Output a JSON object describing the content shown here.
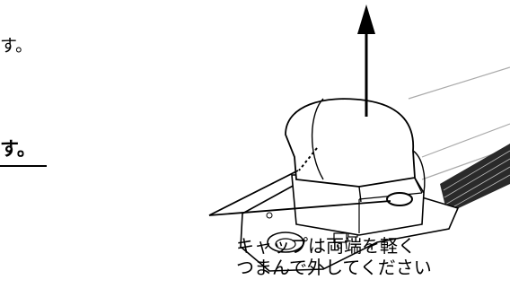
{
  "text": {
    "line1_fragment": "す。",
    "line2_fragment": "す。"
  },
  "callout": {
    "line1": "キャップは両端を軽く",
    "line2": "つまんで外してください"
  },
  "colors": {
    "ink": "#000000",
    "background": "#ffffff",
    "rail_dark": "#2a2a2a"
  }
}
